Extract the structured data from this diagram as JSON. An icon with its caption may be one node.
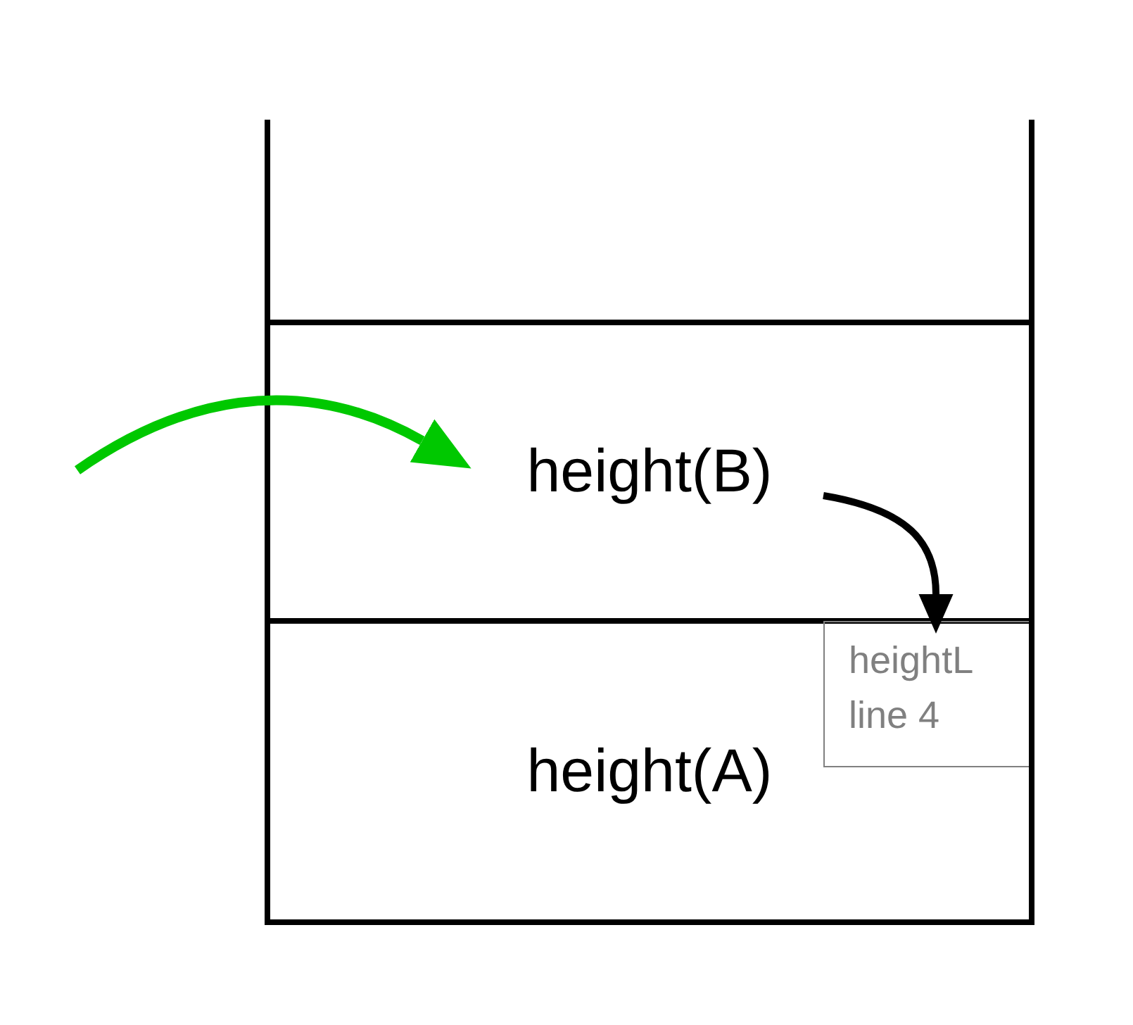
{
  "diagram": {
    "nodes": [
      {
        "text": [],
        "shape": "box"
      },
      {
        "text": [
          "height(B)"
        ]
      },
      {
        "text": [
          "height(A)"
        ]
      },
      {
        "text": [
          "heightL line 4"
        ],
        "in": 2
      }
    ],
    "edges": [
      {
        "from": null,
        "to": 1,
        "arrow": "to",
        "color": "#00c800"
      },
      {
        "from": 1,
        "to": 3,
        "arrow": "to",
        "color": "#000000"
      }
    ]
  }
}
